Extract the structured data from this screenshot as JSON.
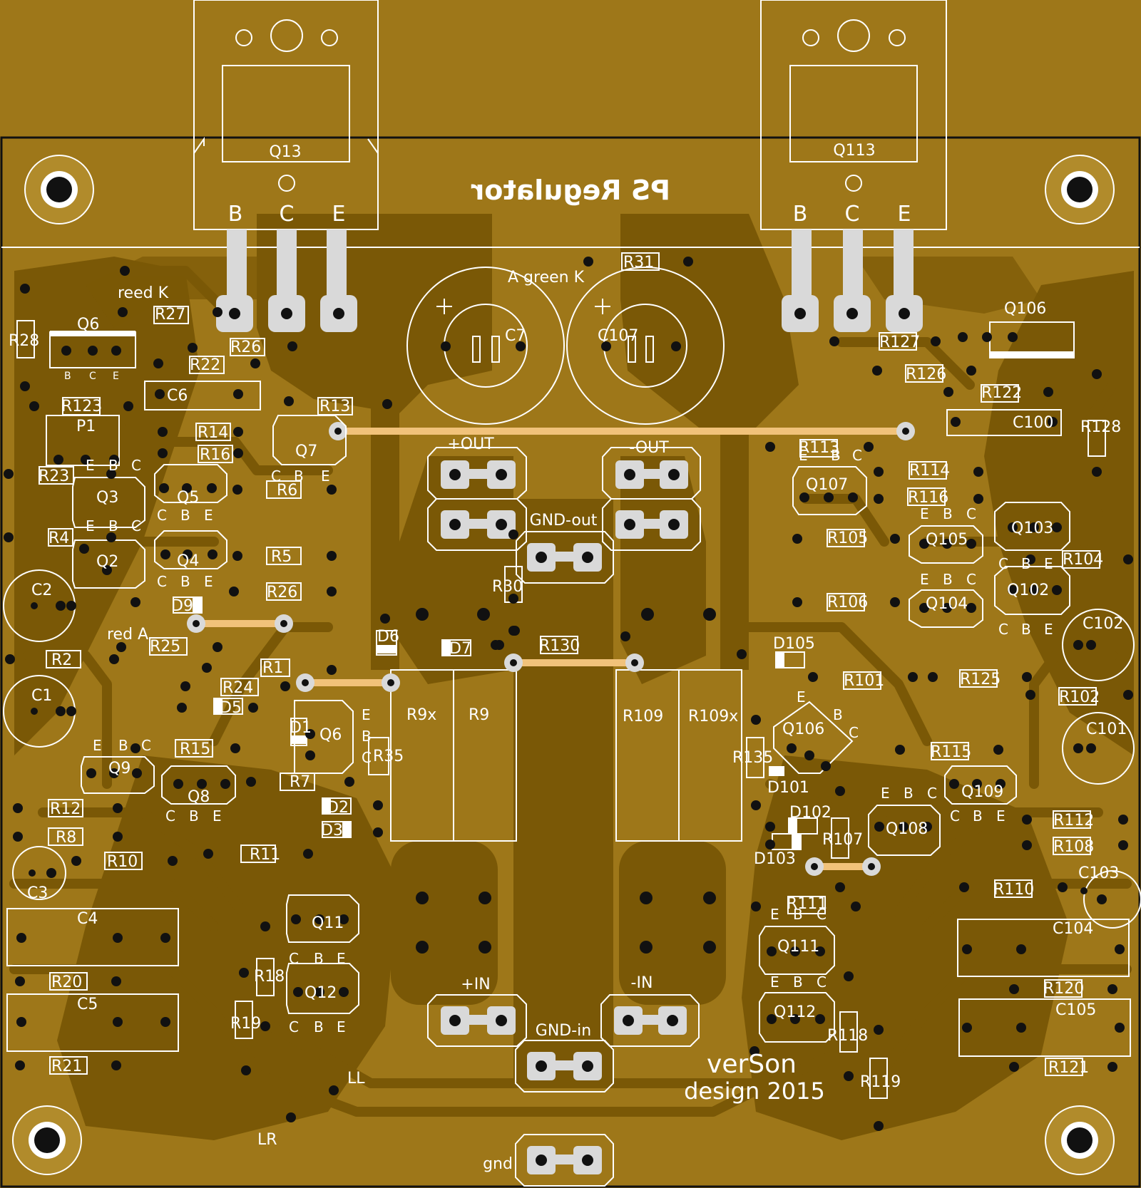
{
  "board": {
    "mirrored_title": "PS Regulator",
    "credit_line1": "verSon",
    "credit_line2": "design 2015",
    "colors": {
      "board": "#9e7719",
      "copper": "#7a5806",
      "silkscreen": "#ffffff",
      "pad": "#d9d9d9",
      "jumper": "#f1c27a",
      "outline": "#111111"
    }
  },
  "transistors_top": [
    {
      "name": "Q13",
      "pins": [
        "B",
        "C",
        "E"
      ]
    },
    {
      "name": "Q113",
      "pins": [
        "B",
        "C",
        "E"
      ]
    }
  ],
  "connectors": {
    "pos_out": "+OUT",
    "neg_out": "-OUT",
    "gnd_out": "GND-out",
    "pos_in": "+IN",
    "neg_in": "-IN",
    "gnd_in": "GND-in",
    "gnd": "gnd"
  },
  "notes": {
    "reed_k": "reed K",
    "red_a": "red A",
    "green": "A green K",
    "ll": "LL",
    "lr": "LR"
  },
  "left_labels": [
    {
      "id": "R28",
      "text": "R28"
    },
    {
      "id": "R27",
      "text": "R27"
    },
    {
      "id": "R26a",
      "text": "R26"
    },
    {
      "id": "R22",
      "text": "R22"
    },
    {
      "id": "C6",
      "text": "C6"
    },
    {
      "id": "R123",
      "text": "R123"
    },
    {
      "id": "P1",
      "text": "P1"
    },
    {
      "id": "R13",
      "text": "R13"
    },
    {
      "id": "R14",
      "text": "R14"
    },
    {
      "id": "R16",
      "text": "R16"
    },
    {
      "id": "Q7",
      "text": "Q7"
    },
    {
      "id": "R23",
      "text": "R23"
    },
    {
      "id": "Q3",
      "text": "Q3"
    },
    {
      "id": "Q5",
      "text": "Q5"
    },
    {
      "id": "R6",
      "text": "R6"
    },
    {
      "id": "R4",
      "text": "R4"
    },
    {
      "id": "Q2",
      "text": "Q2"
    },
    {
      "id": "Q4",
      "text": "Q4"
    },
    {
      "id": "R5",
      "text": "R5"
    },
    {
      "id": "C2",
      "text": "C2"
    },
    {
      "id": "R26b",
      "text": "R26"
    },
    {
      "id": "D9",
      "text": "D9"
    },
    {
      "id": "R25",
      "text": "R25"
    },
    {
      "id": "R2",
      "text": "R2"
    },
    {
      "id": "R1",
      "text": "R1"
    },
    {
      "id": "R24",
      "text": "R24"
    },
    {
      "id": "C1",
      "text": "C1"
    },
    {
      "id": "D5",
      "text": "D5"
    },
    {
      "id": "D1",
      "text": "D1"
    },
    {
      "id": "Q6b",
      "text": "Q6"
    },
    {
      "id": "R35",
      "text": "R35"
    },
    {
      "id": "Q9",
      "text": "Q9"
    },
    {
      "id": "R15",
      "text": "R15"
    },
    {
      "id": "Q8",
      "text": "Q8"
    },
    {
      "id": "R7",
      "text": "R7"
    },
    {
      "id": "R12",
      "text": "R12"
    },
    {
      "id": "D2",
      "text": "D2"
    },
    {
      "id": "D3",
      "text": "D3"
    },
    {
      "id": "R8",
      "text": "R8"
    },
    {
      "id": "R10",
      "text": "R10"
    },
    {
      "id": "R11",
      "text": "R11"
    },
    {
      "id": "C3",
      "text": "C3"
    },
    {
      "id": "C4",
      "text": "C4"
    },
    {
      "id": "Q11",
      "text": "Q11"
    },
    {
      "id": "R18",
      "text": "R18"
    },
    {
      "id": "R20",
      "text": "R20"
    },
    {
      "id": "Q12",
      "text": "Q12"
    },
    {
      "id": "C5",
      "text": "C5"
    },
    {
      "id": "R19",
      "text": "R19"
    },
    {
      "id": "R21",
      "text": "R21"
    },
    {
      "id": "Q6",
      "text": "Q6"
    }
  ],
  "center_labels": [
    {
      "id": "C7",
      "text": "C7"
    },
    {
      "id": "C107",
      "text": "C107"
    },
    {
      "id": "R31",
      "text": "R31"
    },
    {
      "id": "R30",
      "text": "R30"
    },
    {
      "id": "D6",
      "text": "D6"
    },
    {
      "id": "D7",
      "text": "D7"
    },
    {
      "id": "R130",
      "text": "R130"
    },
    {
      "id": "R9x",
      "text": "R9x"
    },
    {
      "id": "R9",
      "text": "R9"
    },
    {
      "id": "R109",
      "text": "R109"
    },
    {
      "id": "R109x",
      "text": "R109x"
    }
  ],
  "right_labels": [
    {
      "id": "Q106",
      "text": "Q106"
    },
    {
      "id": "R127",
      "text": "R127"
    },
    {
      "id": "R126",
      "text": "R126"
    },
    {
      "id": "R122",
      "text": "R122"
    },
    {
      "id": "C100",
      "text": "C100"
    },
    {
      "id": "R128",
      "text": "R128"
    },
    {
      "id": "R113",
      "text": "R113"
    },
    {
      "id": "R114",
      "text": "R114"
    },
    {
      "id": "Q107",
      "text": "Q107"
    },
    {
      "id": "R116",
      "text": "R116"
    },
    {
      "id": "Q103",
      "text": "Q103"
    },
    {
      "id": "R105",
      "text": "R105"
    },
    {
      "id": "Q105",
      "text": "Q105"
    },
    {
      "id": "R104",
      "text": "R104"
    },
    {
      "id": "Q102",
      "text": "Q102"
    },
    {
      "id": "R106",
      "text": "R106"
    },
    {
      "id": "Q104",
      "text": "Q104"
    },
    {
      "id": "C102",
      "text": "C102"
    },
    {
      "id": "D105",
      "text": "D105"
    },
    {
      "id": "R101",
      "text": "R101"
    },
    {
      "id": "R125",
      "text": "R125"
    },
    {
      "id": "R102",
      "text": "R102"
    },
    {
      "id": "Q106b",
      "text": "Q106"
    },
    {
      "id": "C101",
      "text": "C101"
    },
    {
      "id": "R135",
      "text": "R135"
    },
    {
      "id": "R115",
      "text": "R115"
    },
    {
      "id": "D101",
      "text": "D101"
    },
    {
      "id": "Q109",
      "text": "Q109"
    },
    {
      "id": "D102",
      "text": "D102"
    },
    {
      "id": "Q108",
      "text": "Q108"
    },
    {
      "id": "R112",
      "text": "R112"
    },
    {
      "id": "R107",
      "text": "R107"
    },
    {
      "id": "R108",
      "text": "R108"
    },
    {
      "id": "D103",
      "text": "D103"
    },
    {
      "id": "C103",
      "text": "C103"
    },
    {
      "id": "R110",
      "text": "R110"
    },
    {
      "id": "R111",
      "text": "R111"
    },
    {
      "id": "Q111",
      "text": "Q111"
    },
    {
      "id": "C104",
      "text": "C104"
    },
    {
      "id": "R120",
      "text": "R120"
    },
    {
      "id": "Q112",
      "text": "Q112"
    },
    {
      "id": "C105",
      "text": "C105"
    },
    {
      "id": "R118",
      "text": "R118"
    },
    {
      "id": "R121",
      "text": "R121"
    },
    {
      "id": "R119",
      "text": "R119"
    }
  ],
  "pin_letters": {
    "b": "B",
    "c": "C",
    "e": "E"
  }
}
